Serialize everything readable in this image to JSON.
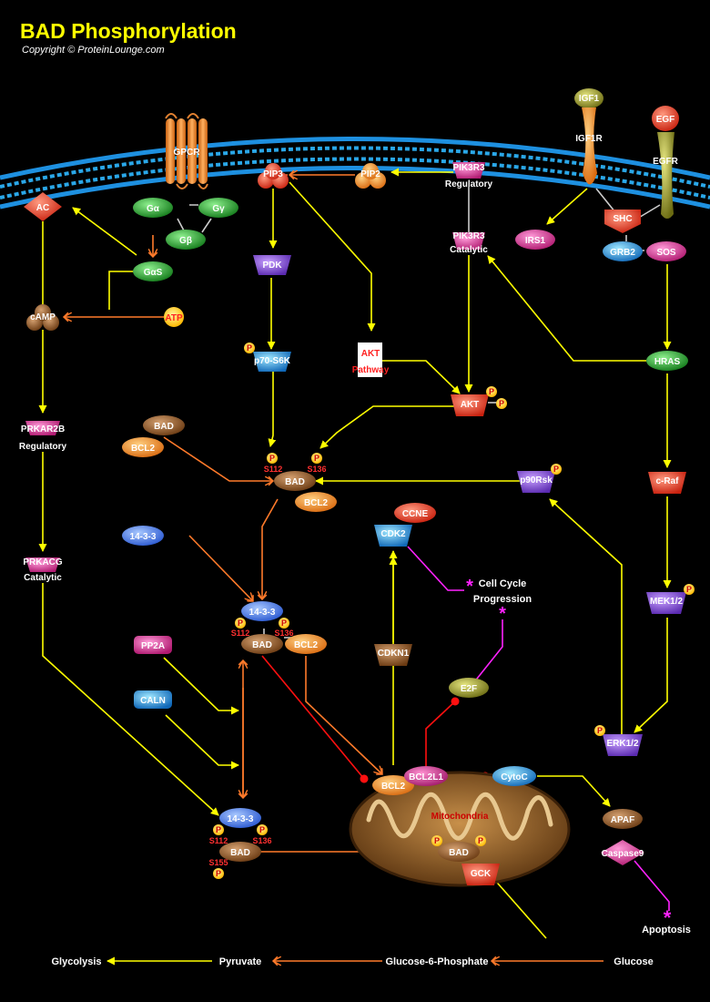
{
  "header": {
    "title": "BAD Phosphorylation",
    "copyright": "Copyright © ProteinLounge.com"
  },
  "colors": {
    "background": "#000000",
    "membrane": "#2aa7e8",
    "activation_arrow": "#ffff00",
    "translocation_arrow": "#ff7a2a",
    "inhibition": "#ff1010",
    "cell_cycle_link": "#ff22ff"
  },
  "membrane": {
    "gpcr": "GPCR",
    "g_alpha": "Gα",
    "g_gamma": "Gγ",
    "g_beta": "Gβ",
    "g_alpha_s": "GαS",
    "ac": "AC",
    "pip3": "PIP3",
    "pip2": "PIP2",
    "pik3r3_reg_line1": "PIK3R3",
    "pik3r3_reg_line2": "Regulatory",
    "igf1": "IGF1",
    "igf1r": "IGF1R",
    "egf": "EGF",
    "egfr": "EGFR"
  },
  "signaling": {
    "pik3r3_cat_line1": "PIK3R3",
    "pik3r3_cat_line2": "Catalytic",
    "irs1": "IRS1",
    "shc": "SHC",
    "grb2": "GRB2",
    "sos": "SOS",
    "camp": "cAMP",
    "atp": "ATP",
    "pdk": "PDK",
    "p70s6k": "p70-S6K",
    "akt_pathway_line1": "AKT",
    "akt_pathway_line2": "Pathway",
    "akt": "AKT",
    "hras": "HRAS",
    "craf": "c-Raf",
    "mek12": "MEK1/2",
    "erk12": "ERK1/2",
    "p90rsk": "p90Rsk",
    "prkar2b_line1": "PRKAR2B",
    "prkar2b_line2": "Regulatory",
    "prkacg_line1": "PRKACG",
    "prkacg_line2": "Catalytic"
  },
  "bad_complexes": {
    "bad": "BAD",
    "bcl2": "BCL2",
    "p_1433": "14-3-3",
    "pp2a": "PP2A",
    "caln": "CALN",
    "s112": "S112",
    "s136": "S136",
    "s155": "S155",
    "p": "P"
  },
  "cell_cycle": {
    "ccne": "CCNE",
    "cdk2": "CDK2",
    "cdkn1": "CDKN1",
    "e2f": "E2F",
    "progression_line1": "Cell Cycle",
    "progression_line2": "Progression"
  },
  "mitochondria": {
    "label": "Mitochondria",
    "bcl2": "BCL2",
    "bcl2l1": "BCL2L1",
    "cytoc": "CytoC",
    "bad": "BAD",
    "gck": "GCK",
    "apaf": "APAF",
    "caspase9": "Caspase9",
    "apoptosis": "Apoptosis"
  },
  "metabolism": {
    "glycolysis": "Glycolysis",
    "pyruvate": "Pyruvate",
    "g6p": "Glucose-6-Phosphate",
    "glucose": "Glucose"
  }
}
